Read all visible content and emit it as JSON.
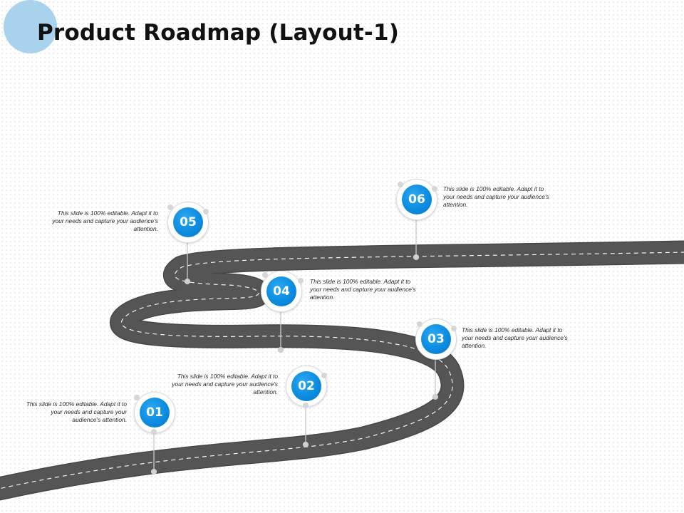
{
  "title": "Product Roadmap (Layout-1)",
  "colors": {
    "accent": "#0c8ce0",
    "road": "#555555",
    "corner_circle": "#a9d2ec"
  },
  "milestones": [
    {
      "number": "01",
      "text": "This slide is 100% editable. Adapt it to your needs and capture your audience's attention."
    },
    {
      "number": "02",
      "text": "This slide is 100% editable. Adapt it to your needs and capture your audience's attention."
    },
    {
      "number": "03",
      "text": "This slide is 100% editable. Adapt it to your needs and capture your audience's attention."
    },
    {
      "number": "04",
      "text": "This slide is 100% editable. Adapt it to your needs and capture your audience's attention."
    },
    {
      "number": "05",
      "text": "This slide is 100% editable. Adapt it to your needs and capture your audience's attention."
    },
    {
      "number": "06",
      "text": "This slide is 100% editable. Adapt it to your needs and capture your audience's attention."
    }
  ]
}
